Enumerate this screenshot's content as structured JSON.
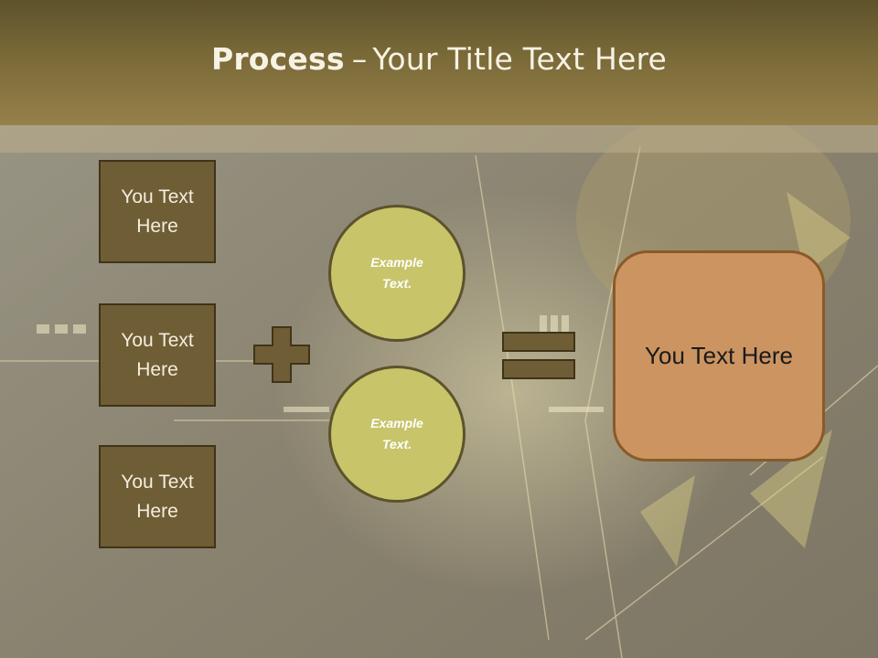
{
  "title": {
    "strong": "Process",
    "separator": "–",
    "rest": "Your Title Text Here"
  },
  "inputs": [
    {
      "label": "You Text Here"
    },
    {
      "label": "You Text Here"
    },
    {
      "label": "You Text Here"
    }
  ],
  "examples": [
    {
      "label": "Example Text."
    },
    {
      "label": "Example Text."
    }
  ],
  "result": {
    "label": "You Text Here"
  },
  "colors": {
    "header": "#7a6a38",
    "box_fill": "#6f5d35",
    "circle_fill": "#c7c46a",
    "result_fill": "#cb9461",
    "operator_fill": "#6f5d35"
  }
}
